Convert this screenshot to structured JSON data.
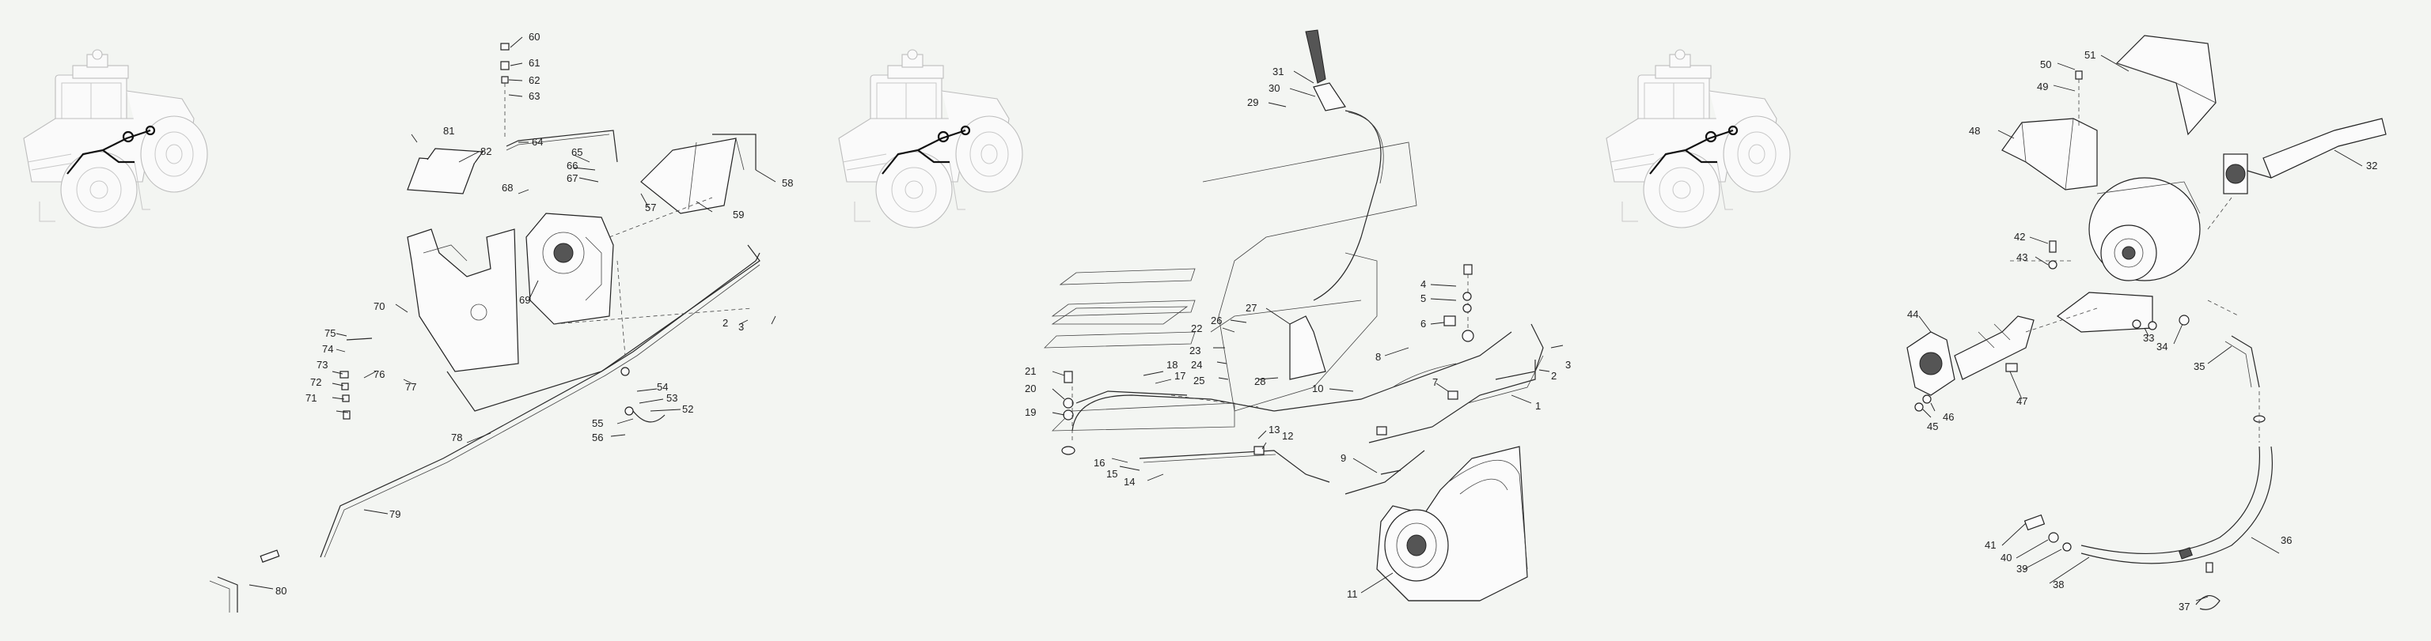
{
  "panels": [
    {
      "id": "left",
      "callouts": [
        "60",
        "61",
        "62",
        "63",
        "64",
        "65",
        "66",
        "67",
        "68",
        "81",
        "82",
        "57",
        "58",
        "59",
        "69",
        "70",
        "75",
        "74",
        "73",
        "72",
        "71",
        "76",
        "77",
        "2",
        "3",
        "54",
        "53",
        "52",
        "55",
        "56",
        "78",
        "79",
        "80"
      ]
    },
    {
      "id": "middle",
      "callouts": [
        "31",
        "30",
        "29",
        "27",
        "4",
        "5",
        "6",
        "3",
        "2",
        "1",
        "22",
        "26",
        "23",
        "24",
        "25",
        "28",
        "8",
        "7",
        "10",
        "21",
        "18",
        "17",
        "20",
        "19",
        "13",
        "12",
        "16",
        "15",
        "14",
        "9",
        "11"
      ]
    },
    {
      "id": "right",
      "callouts": [
        "50",
        "49",
        "51",
        "48",
        "32",
        "42",
        "43",
        "33",
        "34",
        "35",
        "44",
        "46",
        "45",
        "47",
        "36",
        "41",
        "40",
        "39",
        "38",
        "37"
      ]
    }
  ],
  "labels": {
    "L60": "60",
    "L61": "61",
    "L62": "62",
    "L63": "63",
    "L64": "64",
    "L65": "65",
    "L66": "66",
    "L67": "67",
    "L68": "68",
    "L81": "81",
    "L82": "82",
    "L57": "57",
    "L58": "58",
    "L59": "59",
    "L69": "69",
    "L70": "70",
    "L75": "75",
    "L74": "74",
    "L73": "73",
    "L72": "72",
    "L71": "71",
    "L76": "76",
    "L77": "77",
    "La2": "2",
    "La3": "3",
    "L54": "54",
    "L53": "53",
    "L52": "52",
    "L55": "55",
    "L56": "56",
    "L78": "78",
    "L79": "79",
    "L80": "80",
    "L31": "31",
    "L30": "30",
    "L29": "29",
    "L27": "27",
    "Lb4": "4",
    "Lb5": "5",
    "Lb6": "6",
    "Lb3": "3",
    "Lb2": "2",
    "Lb1": "1",
    "L22": "22",
    "L26": "26",
    "L23": "23",
    "L24": "24",
    "L25": "25",
    "L28": "28",
    "Lb8": "8",
    "Lb7": "7",
    "L10": "10",
    "L21": "21",
    "L18": "18",
    "L17": "17",
    "L20": "20",
    "L19": "19",
    "L13": "13",
    "L12": "12",
    "L16": "16",
    "L15": "15",
    "L14": "14",
    "Lb9": "9",
    "L11": "11",
    "L50": "50",
    "L49": "49",
    "L51": "51",
    "L48": "48",
    "L32": "32",
    "L42": "42",
    "L43": "43",
    "L33": "33",
    "L34": "34",
    "L35": "35",
    "L44": "44",
    "L46": "46",
    "L45": "45",
    "L47": "47",
    "L36": "36",
    "L41": "41",
    "L40": "40",
    "L39": "39",
    "L38": "38",
    "L37": "37"
  },
  "colors": {
    "background": "#f3f5f2",
    "line": "#222222",
    "tractor_outline": "#bdbdbd"
  }
}
